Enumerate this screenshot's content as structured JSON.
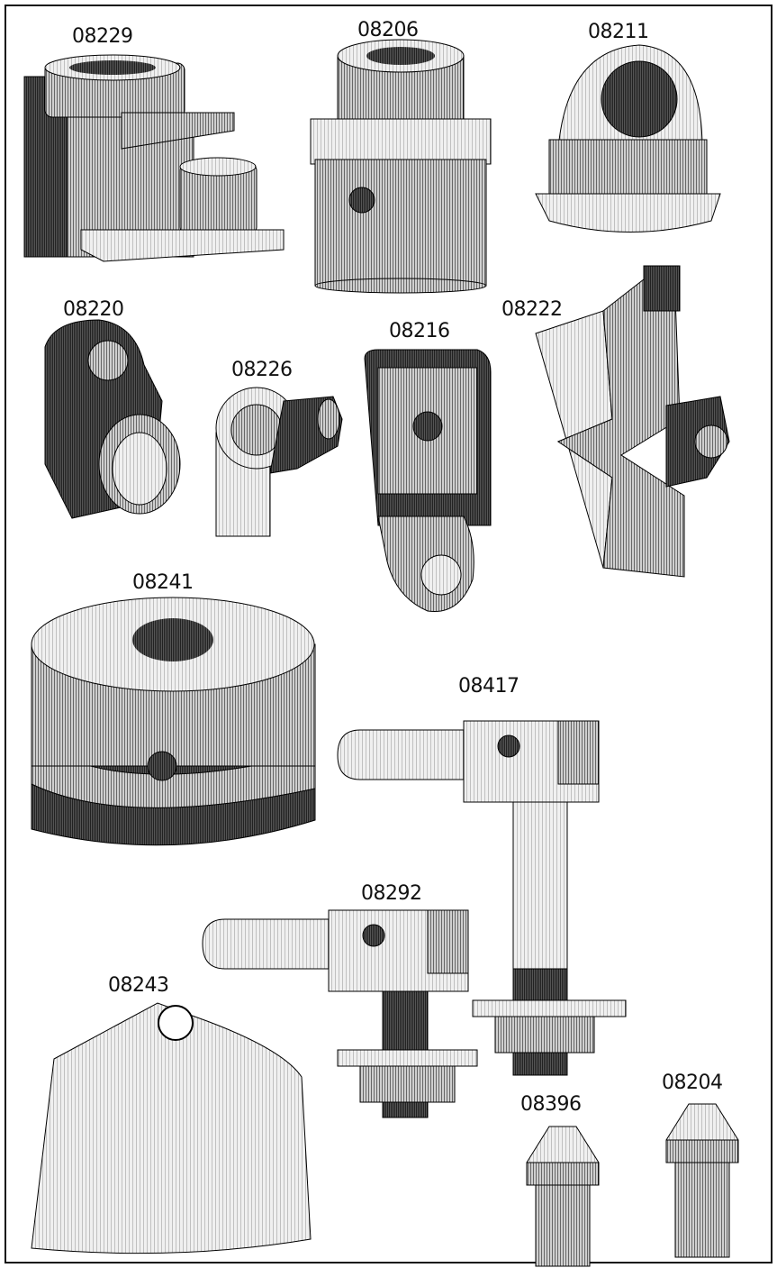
{
  "catalog": {
    "parts": [
      {
        "number": "08229",
        "icon": "foot-lifter-bracket-icon"
      },
      {
        "number": "08206",
        "icon": "cylinder-bushing-icon"
      },
      {
        "number": "08211",
        "icon": "domed-cap-icon"
      },
      {
        "number": "08220",
        "icon": "offset-clamp-icon"
      },
      {
        "number": "08226",
        "icon": "split-clamp-icon"
      },
      {
        "number": "08216",
        "icon": "slide-block-icon"
      },
      {
        "number": "08222",
        "icon": "v-guide-block-icon"
      },
      {
        "number": "08241",
        "icon": "cam-disc-icon"
      },
      {
        "number": "08417",
        "icon": "long-stud-pin-icon"
      },
      {
        "number": "08292",
        "icon": "short-stud-pin-icon"
      },
      {
        "number": "08243",
        "icon": "shield-plate-icon"
      },
      {
        "number": "08396",
        "icon": "nozzle-tip-icon"
      },
      {
        "number": "08204",
        "icon": "nozzle-tip-icon"
      }
    ]
  }
}
